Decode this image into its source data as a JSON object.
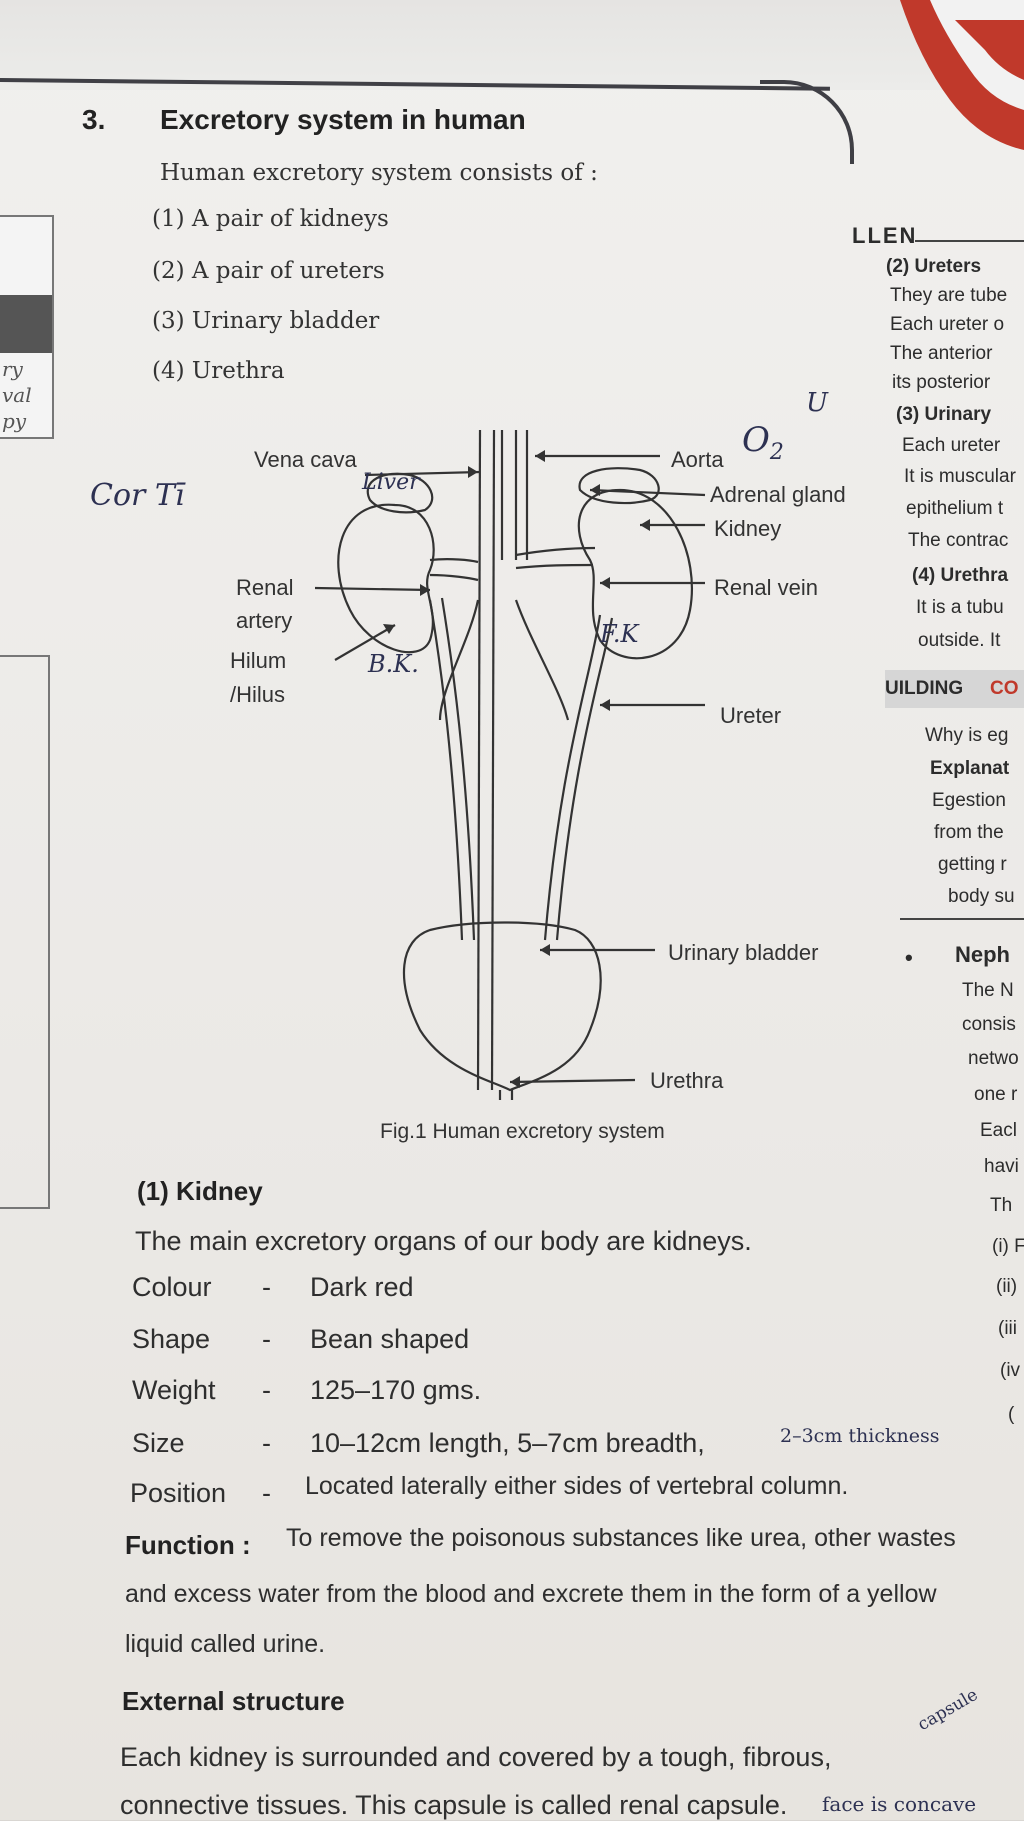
{
  "section": {
    "number": "3.",
    "title": "Excretory system in human",
    "intro": "Human excretory system consists of :",
    "items": [
      "(1) A pair of kidneys",
      "(2) A pair of ureters",
      "(3) Urinary bladder",
      "(4) Urethra"
    ]
  },
  "figure": {
    "labels": {
      "vena_cava": "Vena cava",
      "aorta": "Aorta",
      "adrenal_gland": "Adrenal gland",
      "kidney": "Kidney",
      "renal_artery_1": "Renal",
      "renal_artery_2": "artery",
      "renal_vein": "Renal vein",
      "hilum_1": "Hilum",
      "hilum_2": "/Hilus",
      "ureter": "Ureter",
      "urinary_bladder": "Urinary bladder",
      "urethra": "Urethra"
    },
    "caption": "Fig.1 Human excretory system",
    "handwritten": {
      "liver": "Liver",
      "o2": "O",
      "o2_sub": "2",
      "cor": "Cor Tī",
      "bk": "B.K.",
      "fk": "F.K",
      "mark": "U"
    }
  },
  "kidney": {
    "heading": "(1) Kidney",
    "intro": "The main excretory organs of our body are kidneys.",
    "rows": [
      {
        "key": "Colour",
        "value": "Dark red"
      },
      {
        "key": "Shape",
        "value": "Bean shaped"
      },
      {
        "key": "Weight",
        "value": "125–170 gms."
      },
      {
        "key": "Size",
        "value": "10–12cm length, 5–7cm breadth,"
      },
      {
        "key": "Position",
        "value": "Located laterally either sides of vertebral column."
      }
    ],
    "size_note": "2–3cm thickness",
    "function_label": "Function :",
    "function_line1": "To remove the poisonous substances like urea, other wastes",
    "function_line2": "and excess water from the blood and excrete them in the form of a yellow",
    "function_line3": "liquid called urine.",
    "external_heading": "External structure",
    "external_line1": "Each kidney is surrounded and covered by a tough, fibrous,",
    "external_note": "capsule",
    "external_line2": "connective tissues. This capsule is called renal capsule.",
    "external_note2": "face is concave"
  },
  "right_column": {
    "header_fragment": "LLEN",
    "lines": [
      {
        "text": "(2)  Ureters",
        "bold": true
      },
      {
        "text": "They are tube",
        "bold": false
      },
      {
        "text": "Each ureter o",
        "bold": false
      },
      {
        "text": "The anterior",
        "bold": false
      },
      {
        "text": "its posterior",
        "bold": false
      },
      {
        "text": "(3)  Urinary",
        "bold": true
      },
      {
        "text": "Each ureter",
        "bold": false
      },
      {
        "text": "It is muscular",
        "bold": false
      },
      {
        "text": "epithelium t",
        "bold": false
      },
      {
        "text": "The contrac",
        "bold": false
      },
      {
        "text": "(4)  Urethra",
        "bold": true
      },
      {
        "text": "It is a tubu",
        "bold": false
      },
      {
        "text": "outside. It",
        "bold": false
      }
    ],
    "building": "UILDING",
    "building_co": "CO",
    "concept_lines": [
      {
        "text": "Why is eg",
        "bold": false
      },
      {
        "text": "Explanat",
        "bold": true
      },
      {
        "text": "Egestion",
        "bold": false
      },
      {
        "text": "from the",
        "bold": false
      },
      {
        "text": "getting r",
        "bold": false
      },
      {
        "text": "body su",
        "bold": false
      }
    ],
    "neph_lines": [
      {
        "text": "•",
        "bold": true
      },
      {
        "text": "Neph",
        "bold": true
      },
      {
        "text": "The N",
        "bold": false
      },
      {
        "text": "consis",
        "bold": false
      },
      {
        "text": "netwo",
        "bold": false
      },
      {
        "text": "one r",
        "bold": false
      },
      {
        "text": "Eacl",
        "bold": false
      },
      {
        "text": "havi",
        "bold": false
      },
      {
        "text": "Th",
        "bold": false
      },
      {
        "text": "(i) F",
        "bold": false
      },
      {
        "text": "(ii)",
        "bold": false
      },
      {
        "text": "(iii",
        "bold": false
      },
      {
        "text": "(iv",
        "bold": false
      },
      {
        "text": "(",
        "bold": false
      }
    ]
  },
  "left_margin": [
    "ry",
    "val",
    "py"
  ]
}
